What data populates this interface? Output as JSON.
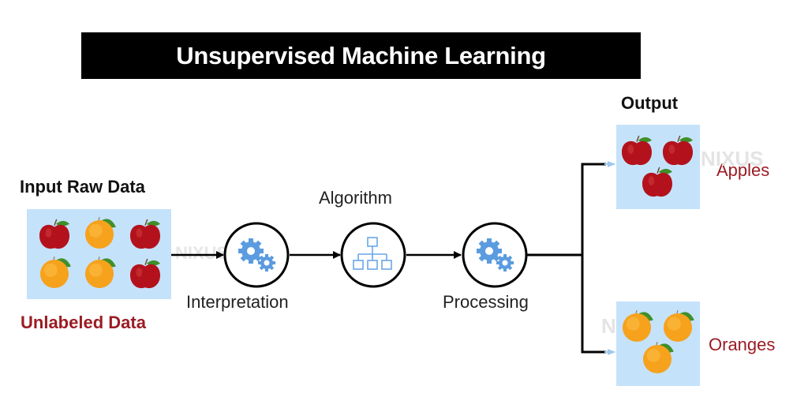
{
  "title": "Unsupervised Machine Learning",
  "input": {
    "heading": "Input Raw Data",
    "caption": "Unlabeled Data",
    "fruits": [
      "apple",
      "orange",
      "apple",
      "orange",
      "orange",
      "apple"
    ]
  },
  "steps": [
    {
      "label": "Interpretation",
      "icon": "gears-icon"
    },
    {
      "label": "Algorithm",
      "icon": "hierarchy-icon"
    },
    {
      "label": "Processing",
      "icon": "gears-icon"
    }
  ],
  "output": {
    "heading": "Output",
    "groups": [
      {
        "label": "Apples",
        "fruit": "apple",
        "count": 3
      },
      {
        "label": "Oranges",
        "fruit": "orange",
        "count": 3
      }
    ]
  },
  "watermark": "NIXUS",
  "colors": {
    "title_bg": "#000000",
    "panel_bg": "#c5e2fb",
    "accent_red": "#9b1c24",
    "icon_blue": "#5b9be0",
    "apple": "#b3121c",
    "orange": "#f6a21d",
    "leaf": "#3f8f2a"
  }
}
